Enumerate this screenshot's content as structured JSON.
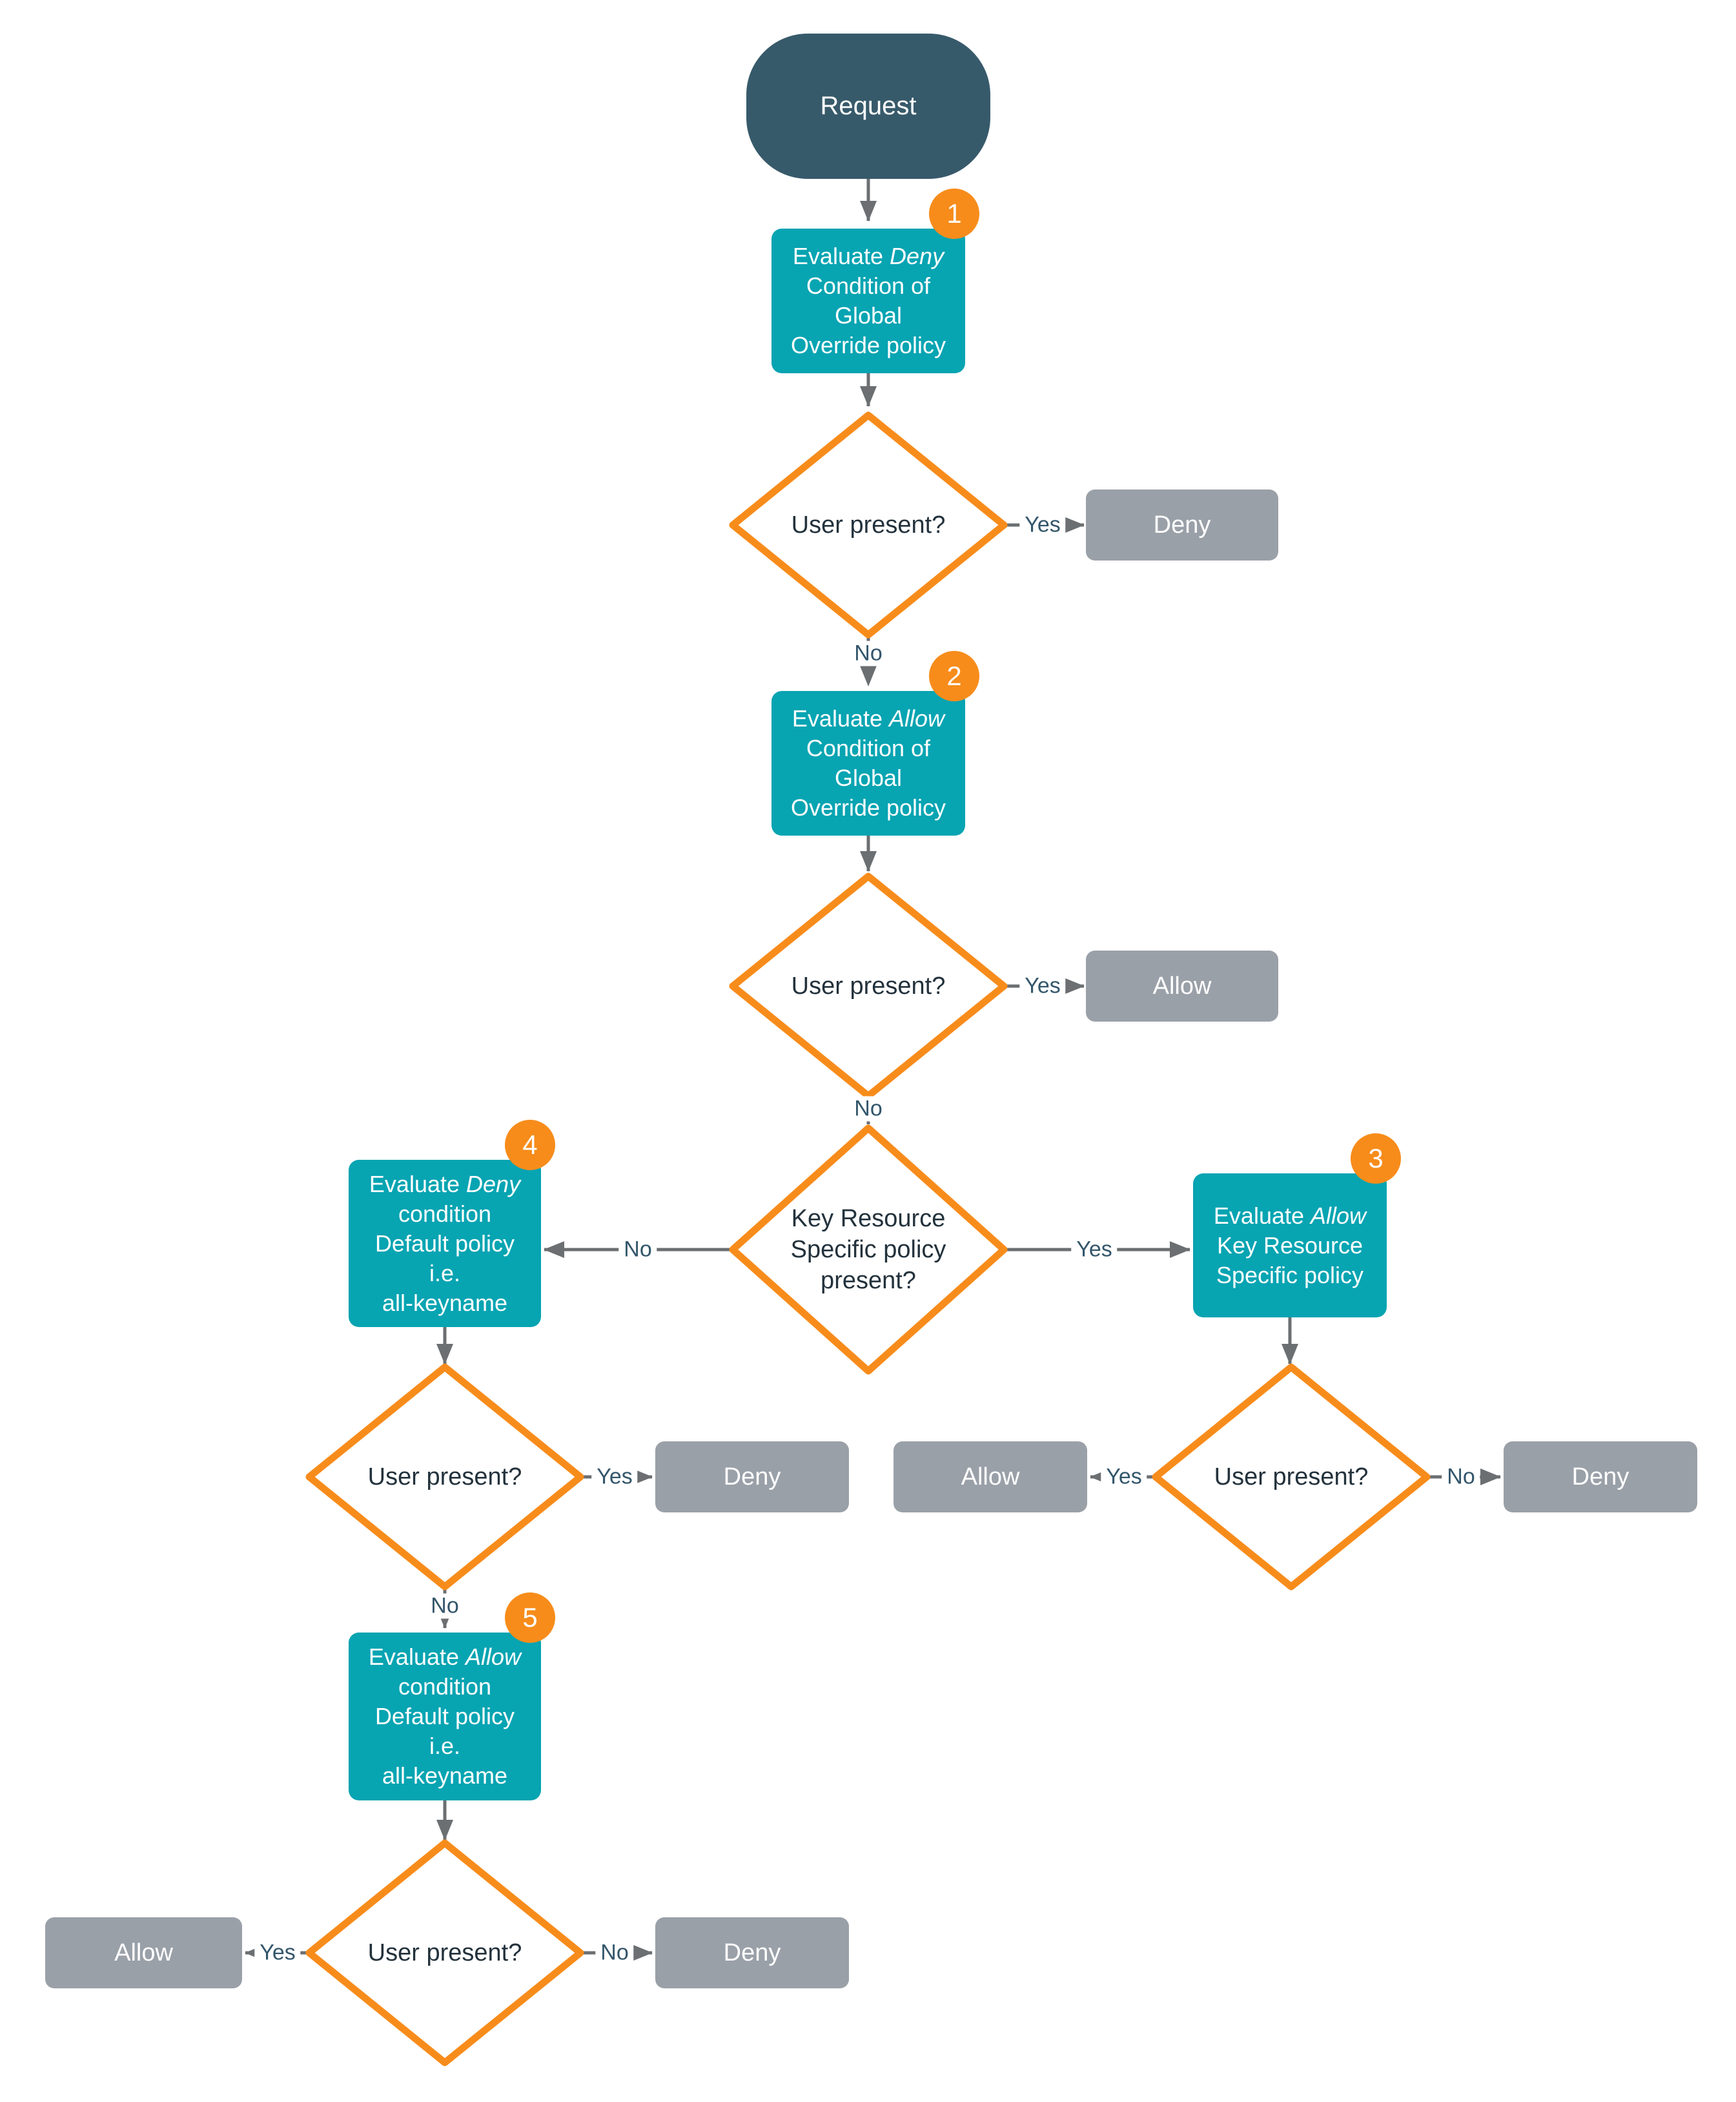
{
  "start": {
    "label": "Request"
  },
  "process_boxes": {
    "b1": {
      "badge": "1",
      "pre": "Evaluate ",
      "italic": "Deny",
      "rest": "\nCondition of\nGlobal\nOverride policy"
    },
    "b2": {
      "badge": "2",
      "pre": "Evaluate ",
      "italic": "Allow",
      "rest": "\nCondition of\nGlobal\nOverride policy"
    },
    "b3": {
      "badge": "3",
      "pre": "Evaluate ",
      "italic": "Allow",
      "rest": "\nKey Resource\nSpecific policy"
    },
    "b4": {
      "badge": "4",
      "pre": "Evaluate ",
      "italic": "Deny",
      "rest": "\ncondition\nDefault policy\ni.e.\nall-keyname"
    },
    "b5": {
      "badge": "5",
      "pre": "Evaluate ",
      "italic": "Allow",
      "rest": "\ncondition\nDefault policy\ni.e.\nall-keyname"
    }
  },
  "decisions": {
    "d1": {
      "label": "User present?"
    },
    "d2": {
      "label": "User present?"
    },
    "d3": {
      "label": "Key Resource\nSpecific policy\npresent?"
    },
    "d4": {
      "label": "User present?"
    },
    "d5": {
      "label": "User present?"
    },
    "d6": {
      "label": "User present?"
    }
  },
  "outcomes": {
    "deny1": {
      "label": "Deny"
    },
    "allow1": {
      "label": "Allow"
    },
    "deny2": {
      "label": "Deny"
    },
    "allow2": {
      "label": "Allow"
    },
    "deny3": {
      "label": "Deny"
    },
    "allow3": {
      "label": "Allow"
    },
    "deny4": {
      "label": "Deny"
    }
  },
  "edge_labels": {
    "d1_yes": "Yes",
    "d1_no": "No",
    "d2_yes": "Yes",
    "d2_no": "No",
    "d3_yes": "Yes",
    "d3_no": "No",
    "d4_yes": "Yes",
    "d4_no": "No",
    "d5_yes": "Yes",
    "d5_no": "No",
    "d6_yes": "Yes",
    "d6_no": "No"
  },
  "colors": {
    "process_teal": "#07A4B2",
    "start_slate": "#375A6B",
    "outcome_gray": "#9AA0A8",
    "accent_orange": "#F78C1B",
    "connector_gray": "#6B6F72",
    "edge_label_text": "#33566B",
    "decision_text": "#23323C"
  }
}
